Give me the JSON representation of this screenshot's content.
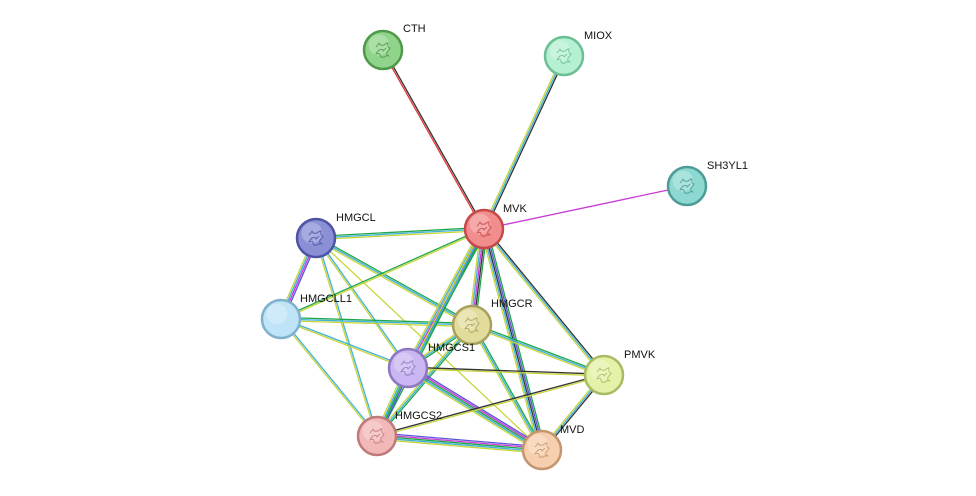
{
  "nodes": [
    {
      "id": "CTH",
      "label": "CTH",
      "fill": "#8fd48a",
      "stroke": "#4f9a4a",
      "texture": true
    },
    {
      "id": "MIOX",
      "label": "MIOX",
      "fill": "#b6f0d2",
      "stroke": "#6cbf95",
      "texture": true
    },
    {
      "id": "SH3YL1",
      "label": "SH3YL1",
      "fill": "#8ed8d2",
      "stroke": "#4d9c96",
      "texture": true
    },
    {
      "id": "MVK",
      "label": "MVK",
      "fill": "#f28d8d",
      "stroke": "#c74848",
      "texture": true
    },
    {
      "id": "HMGCL",
      "label": "HMGCL",
      "fill": "#8a8fd6",
      "stroke": "#4e54a3",
      "texture": true
    },
    {
      "id": "HMGCLL1",
      "label": "HMGCLL1",
      "fill": "#bfe3f7",
      "stroke": "#7fb1cc",
      "texture": false
    },
    {
      "id": "HMGCR",
      "label": "HMGCR",
      "fill": "#e2dc9c",
      "stroke": "#a8a15c",
      "texture": true
    },
    {
      "id": "HMGCS1",
      "label": "HMGCS1",
      "fill": "#c9b6f2",
      "stroke": "#8d78bf",
      "texture": true
    },
    {
      "id": "PMVK",
      "label": "PMVK",
      "fill": "#e3f2a8",
      "stroke": "#a7bc63",
      "texture": true
    },
    {
      "id": "HMGCS2",
      "label": "HMGCS2",
      "fill": "#f2b8b8",
      "stroke": "#c07a7a",
      "texture": true
    },
    {
      "id": "MVD",
      "label": "MVD",
      "fill": "#f7cfae",
      "stroke": "#c39670",
      "texture": true
    }
  ],
  "edges": [
    {
      "source": "CTH",
      "target": "MVK",
      "colors": [
        "#333333",
        "#e8373a"
      ]
    },
    {
      "source": "MIOX",
      "target": "MVK",
      "colors": [
        "#333333",
        "#3fb2d9",
        "#c8d53a"
      ]
    },
    {
      "source": "SH3YL1",
      "target": "MVK",
      "colors": [
        "#c93ad6"
      ]
    },
    {
      "source": "HMGCL",
      "target": "MVK",
      "colors": [
        "#1fa64a",
        "#3fb2d9",
        "#c8d53a"
      ]
    },
    {
      "source": "HMGCL",
      "target": "HMGCLL1",
      "colors": [
        "#5a54d6",
        "#c93ad6",
        "#3fb2d9",
        "#c8d53a"
      ]
    },
    {
      "source": "HMGCL",
      "target": "HMGCR",
      "colors": [
        "#1fa64a",
        "#3fb2d9",
        "#c8d53a"
      ]
    },
    {
      "source": "HMGCL",
      "target": "HMGCS1",
      "colors": [
        "#3fb2d9",
        "#c8d53a"
      ]
    },
    {
      "source": "HMGCL",
      "target": "HMGCS2",
      "colors": [
        "#3fb2d9",
        "#c8d53a"
      ]
    },
    {
      "source": "HMGCL",
      "target": "MVD",
      "colors": [
        "#c8d53a"
      ]
    },
    {
      "source": "HMGCLL1",
      "target": "MVK",
      "colors": [
        "#1fa64a",
        "#c8d53a"
      ]
    },
    {
      "source": "HMGCLL1",
      "target": "HMGCR",
      "colors": [
        "#1fa64a",
        "#3fb2d9",
        "#c8d53a"
      ]
    },
    {
      "source": "HMGCLL1",
      "target": "HMGCS1",
      "colors": [
        "#3fb2d9",
        "#c8d53a"
      ]
    },
    {
      "source": "HMGCLL1",
      "target": "HMGCS2",
      "colors": [
        "#3fb2d9",
        "#c8d53a"
      ]
    },
    {
      "source": "MVK",
      "target": "HMGCR",
      "colors": [
        "#1fa64a",
        "#333333",
        "#c93ad6",
        "#3fb2d9",
        "#c8d53a"
      ]
    },
    {
      "source": "MVK",
      "target": "HMGCS1",
      "colors": [
        "#1fa64a",
        "#5a54d6",
        "#c93ad6",
        "#3fb2d9",
        "#c8d53a"
      ]
    },
    {
      "source": "MVK",
      "target": "HMGCS2",
      "colors": [
        "#1fa64a",
        "#3fb2d9",
        "#c8d53a"
      ]
    },
    {
      "source": "MVK",
      "target": "PMVK",
      "colors": [
        "#333333",
        "#3fb2d9",
        "#c8d53a"
      ]
    },
    {
      "source": "MVK",
      "target": "MVD",
      "colors": [
        "#1fa64a",
        "#5a54d6",
        "#333333",
        "#3fb2d9",
        "#c8d53a"
      ]
    },
    {
      "source": "HMGCR",
      "target": "HMGCS1",
      "colors": [
        "#1fa64a",
        "#3fb2d9",
        "#c8d53a"
      ]
    },
    {
      "source": "HMGCR",
      "target": "HMGCS2",
      "colors": [
        "#1fa64a",
        "#3fb2d9",
        "#c8d53a"
      ]
    },
    {
      "source": "HMGCR",
      "target": "PMVK",
      "colors": [
        "#1fa64a",
        "#3fb2d9",
        "#c8d53a"
      ]
    },
    {
      "source": "HMGCR",
      "target": "MVD",
      "colors": [
        "#1fa64a",
        "#3fb2d9",
        "#c8d53a"
      ]
    },
    {
      "source": "HMGCS1",
      "target": "HMGCS2",
      "colors": [
        "#5a54d6",
        "#1fa64a",
        "#3fb2d9",
        "#c8d53a"
      ]
    },
    {
      "source": "HMGCS1",
      "target": "PMVK",
      "colors": [
        "#333333",
        "#c8d53a"
      ]
    },
    {
      "source": "HMGCS1",
      "target": "MVD",
      "colors": [
        "#5a54d6",
        "#c93ad6",
        "#1fa64a",
        "#3fb2d9",
        "#c8d53a"
      ]
    },
    {
      "source": "HMGCS2",
      "target": "PMVK",
      "colors": [
        "#333333",
        "#c8d53a"
      ]
    },
    {
      "source": "HMGCS2",
      "target": "MVD",
      "colors": [
        "#5a54d6",
        "#c93ad6",
        "#1fa64a",
        "#3fb2d9",
        "#c8d53a"
      ]
    },
    {
      "source": "PMVK",
      "target": "MVD",
      "colors": [
        "#333333",
        "#3fb2d9",
        "#c8d53a"
      ]
    }
  ]
}
